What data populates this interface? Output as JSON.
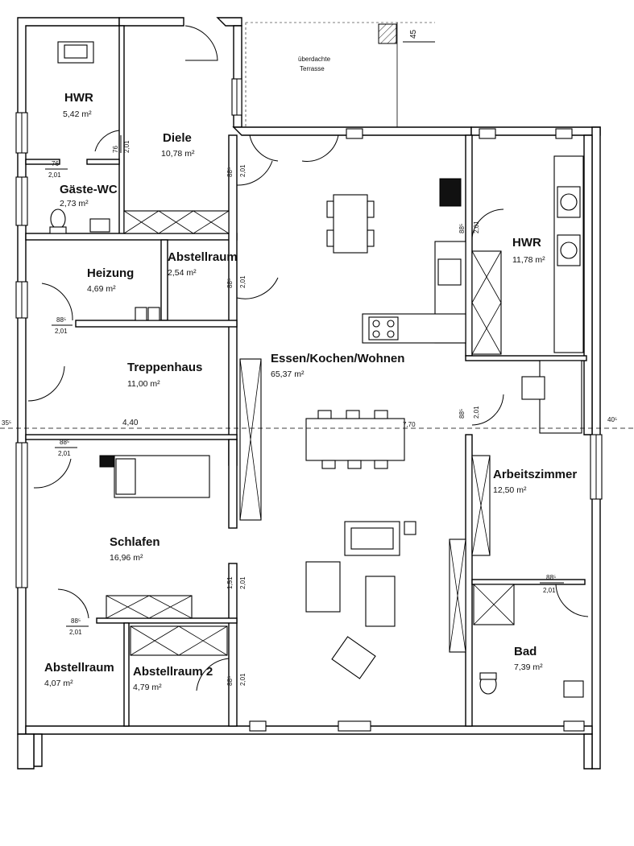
{
  "rooms": {
    "hwr_left": {
      "name": "HWR",
      "area": "5,42 m²"
    },
    "diele": {
      "name": "Diele",
      "area": "10,78 m²"
    },
    "gaeste_wc": {
      "name": "Gäste-WC",
      "area": "2,73 m²"
    },
    "heizung": {
      "name": "Heizung",
      "area": "4,69 m²"
    },
    "abstellraum_top": {
      "name": "Abstellraum",
      "area": "2,54 m²"
    },
    "treppenhaus": {
      "name": "Treppenhaus",
      "area": "11,00 m²"
    },
    "essen": {
      "name": "Essen/Kochen/Wohnen",
      "area": "65,37 m²"
    },
    "hwr_right": {
      "name": "HWR",
      "area": "11,78 m²"
    },
    "arbeitszimmer": {
      "name": "Arbeitszimmer",
      "area": "12,50 m²"
    },
    "schlafen": {
      "name": "Schlafen",
      "area": "16,96 m²"
    },
    "bad": {
      "name": "Bad",
      "area": "7,39 m²"
    },
    "abstellraum_bl": {
      "name": "Abstellraum",
      "area": "4,07 m²"
    },
    "abstellraum2": {
      "name": "Abstellraum 2",
      "area": "4,79 m²"
    }
  },
  "terrace": {
    "line1": "überdachte",
    "line2": "Terrasse",
    "dim": "45"
  },
  "dims": {
    "d76_a": "76",
    "d201_a": "2,01",
    "d76_b": "76",
    "d201_b": "2,01",
    "d885_a": "88⁵",
    "d201_c": "2,01",
    "d885_b": "88⁵",
    "d201_d": "2,01",
    "d885_c": "88⁵",
    "d201_e": "2,01",
    "d885_d": "88⁵",
    "d201_f": "2,01",
    "d885_e": "88⁵",
    "d201_g": "2,01",
    "d885_f": "88⁵",
    "d201_h": "2,01",
    "d885_g": "88⁵",
    "d201_i": "2,01",
    "d885_h": "88⁵",
    "d201_j": "2,01",
    "d885_i": "88⁵",
    "d201_k": "2,01",
    "d151": "1,51",
    "d201_l": "2,01",
    "d355": "35⁵",
    "d440": "4,40",
    "d405": "40⁵",
    "d770": "7,70"
  }
}
